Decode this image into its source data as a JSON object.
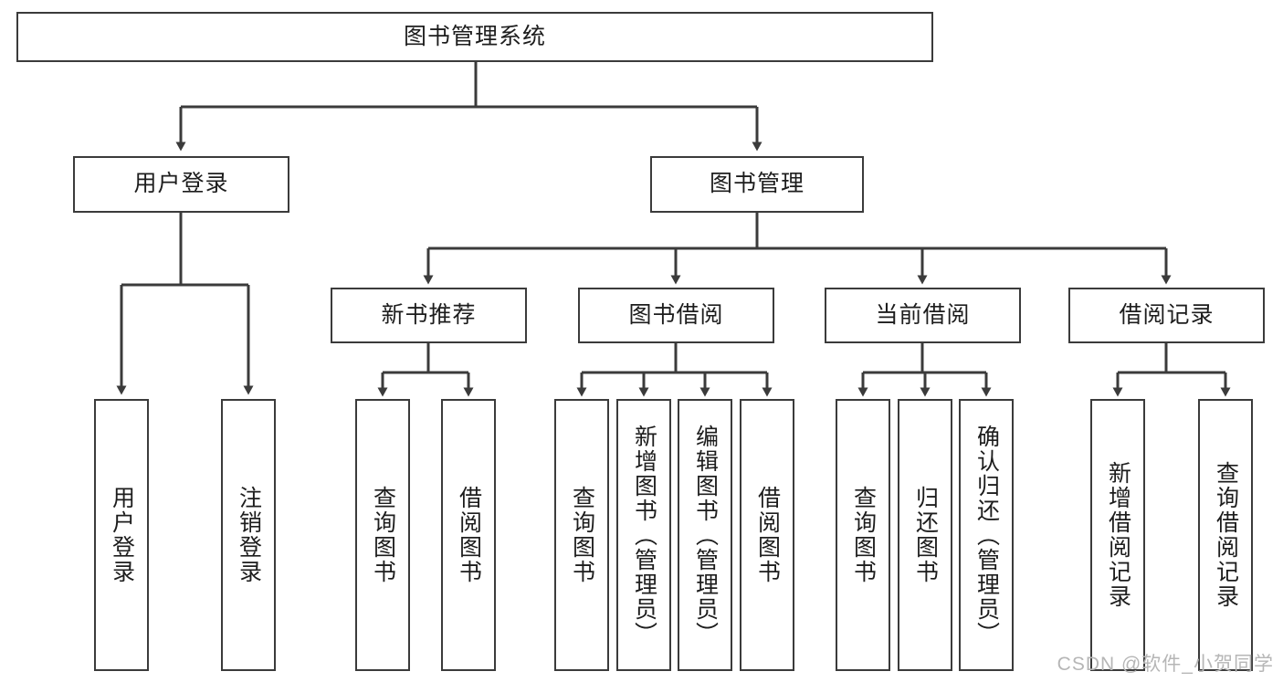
{
  "diagram": {
    "title": "图书管理系统",
    "type": "hierarchy-tree",
    "watermark": "CSDN @软件_小贺同学",
    "colors": {
      "stroke": "#3b3b3b",
      "fill": "#ffffff",
      "text": "#1d1d1d",
      "watermark": "#b6b6b6"
    },
    "nodes": {
      "root": {
        "label": "图书管理系统",
        "level": 1,
        "orientation": "horizontal"
      },
      "l2": [
        {
          "id": "user-login",
          "label": "用户登录",
          "level": 2,
          "orientation": "horizontal"
        },
        {
          "id": "book-manage",
          "label": "图书管理",
          "level": 2,
          "orientation": "horizontal"
        }
      ],
      "l3": [
        {
          "id": "new-book-rec",
          "label": "新书推荐",
          "level": 3,
          "orientation": "horizontal"
        },
        {
          "id": "book-borrow",
          "label": "图书借阅",
          "level": 3,
          "orientation": "horizontal"
        },
        {
          "id": "current-borrow",
          "label": "当前借阅",
          "level": 3,
          "orientation": "horizontal"
        },
        {
          "id": "borrow-record",
          "label": "借阅记录",
          "level": 3,
          "orientation": "horizontal"
        }
      ],
      "leaves": {
        "user_login": [
          {
            "id": "leaf-user-login",
            "label": "用户登录"
          },
          {
            "id": "leaf-user-logout",
            "label": "注销登录"
          }
        ],
        "new_book_rec": [
          {
            "id": "leaf-query-book-1",
            "label": "查询图书"
          },
          {
            "id": "leaf-borrow-book-1",
            "label": "借阅图书"
          }
        ],
        "book_borrow": [
          {
            "id": "leaf-query-book-2",
            "label": "查询图书"
          },
          {
            "id": "leaf-add-book",
            "label": "新增图书（管理员）"
          },
          {
            "id": "leaf-edit-book",
            "label": "编辑图书（管理员）"
          },
          {
            "id": "leaf-borrow-book-2",
            "label": "借阅图书"
          }
        ],
        "current_borrow": [
          {
            "id": "leaf-query-book-3",
            "label": "查询图书"
          },
          {
            "id": "leaf-return-book",
            "label": "归还图书"
          },
          {
            "id": "leaf-confirm-return",
            "label": "确认归还（管理员）"
          }
        ],
        "borrow_record": [
          {
            "id": "leaf-add-record",
            "label": "新增借阅记录"
          },
          {
            "id": "leaf-query-record",
            "label": "查询借阅记录"
          }
        ]
      }
    }
  }
}
